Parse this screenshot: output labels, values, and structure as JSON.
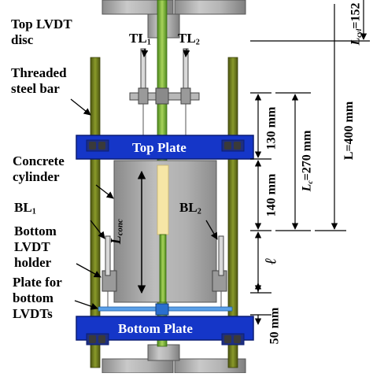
{
  "labels": {
    "top_lvdt_disc_line1": "Top LVDT",
    "top_lvdt_disc_line2": "disc",
    "tl1_main": "TL",
    "tl1_sub": "1",
    "tl2_main": "TL",
    "tl2_sub": "2",
    "threaded_bar_line1": "Threaded",
    "threaded_bar_line2": "steel bar",
    "concrete_line1": "Concrete",
    "concrete_line2": "cylinder",
    "bl1_main": "BL",
    "bl1_sub": "1",
    "bl2_main": "BL",
    "bl2_sub": "2",
    "bottom_holder_line1": "Bottom",
    "bottom_holder_line2": "LVDT",
    "bottom_holder_line3": "holder",
    "plate_bottom_lvdt_line1": "Plate for",
    "plate_bottom_lvdt_line2": "bottom",
    "plate_bottom_lvdt_line3": "LVDTs",
    "top_plate": "Top Plate",
    "bottom_plate": "Bottom Plate",
    "l_conc_main": "L",
    "l_conc_sub": "conc"
  },
  "dimensions": {
    "d130": "130 mm",
    "d140": "140 mm",
    "d50": "50 mm",
    "ell": "ℓ",
    "lc_main": "L",
    "lc_sub": "c",
    "lc_value": "=270 mm",
    "l_total": "L=400 mm",
    "lcyl_main": "L",
    "lcyl_sub": "cyl",
    "lcyl_value": "=152"
  },
  "colors": {
    "plate_blue": "#1536c8",
    "bar_olive": "#6e7a1c",
    "concrete_gray": "#a9a9a9",
    "rod_green": "#7fb33a",
    "strain_gauge": "#f6e6a6",
    "lvdt_plate": "#5aa0e8"
  }
}
